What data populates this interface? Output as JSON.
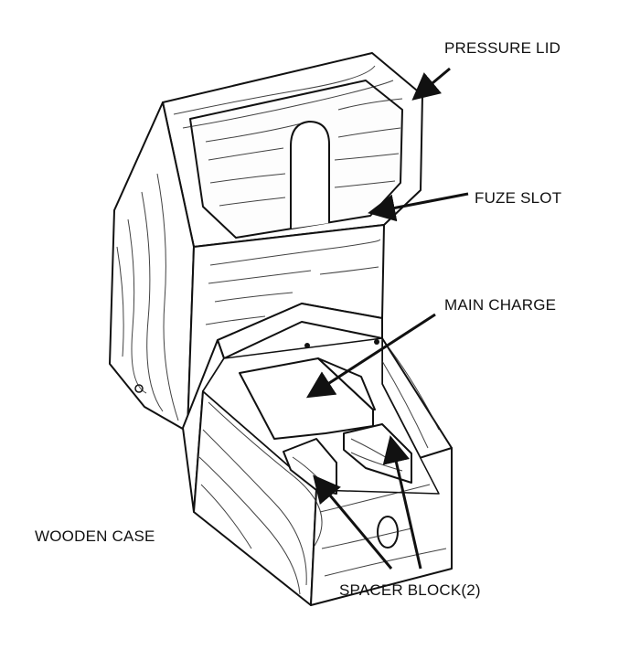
{
  "labels": {
    "pressure_lid": "PRESSURE LID",
    "fuze_slot": "FUZE SLOT",
    "main_charge": "MAIN CHARGE",
    "wooden_case": "WOODEN CASE",
    "spacer_block": "SPACER BLOCK(2)"
  },
  "colors": {
    "ink": "#111111",
    "wood_light": "#fafafa",
    "grain": "#222222"
  }
}
